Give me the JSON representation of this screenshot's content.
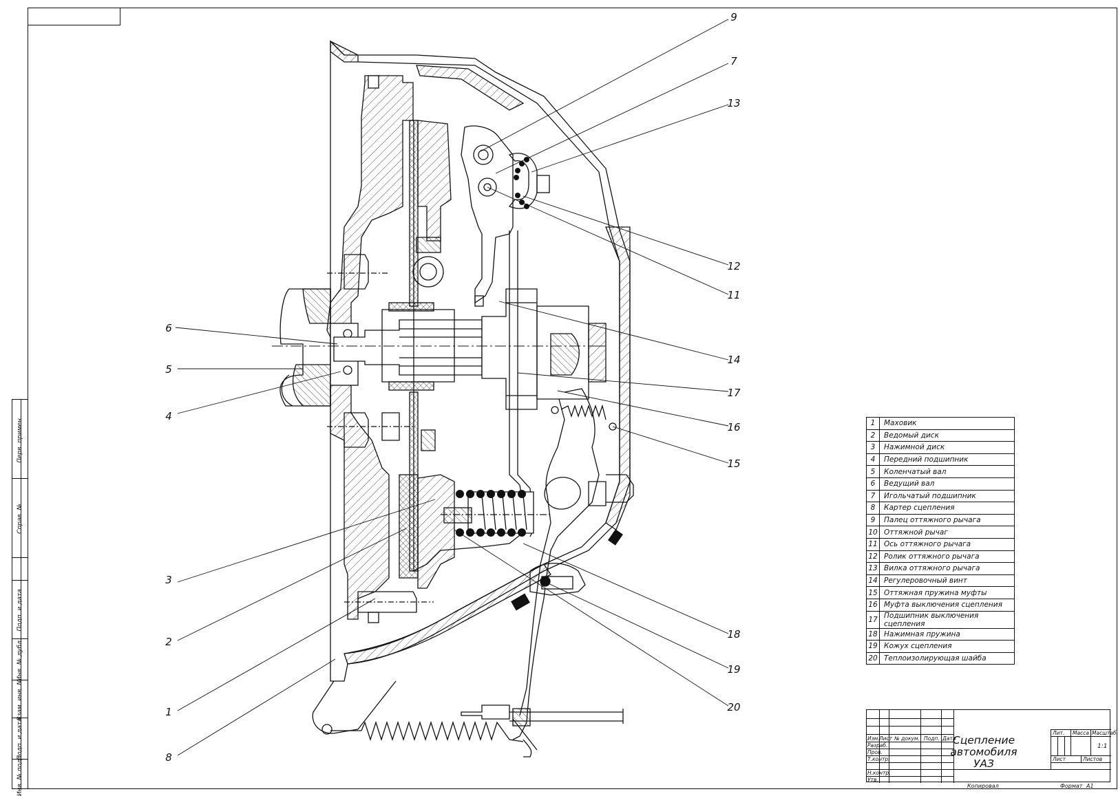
{
  "callouts": [
    "1",
    "2",
    "3",
    "4",
    "5",
    "6",
    "7",
    "8",
    "9",
    "11",
    "12",
    "13",
    "14",
    "15",
    "16",
    "17",
    "18",
    "19",
    "20"
  ],
  "parts": [
    {
      "num": "1",
      "name": "Маховик"
    },
    {
      "num": "2",
      "name": "Ведомый диск"
    },
    {
      "num": "3",
      "name": "Нажимной диск"
    },
    {
      "num": "4",
      "name": "Передний подшипник"
    },
    {
      "num": "5",
      "name": "Коленчатый вал"
    },
    {
      "num": "6",
      "name": "Ведущий вал"
    },
    {
      "num": "7",
      "name": "Игольчатый подшипник"
    },
    {
      "num": "8",
      "name": "Картер сцепления"
    },
    {
      "num": "9",
      "name": "Палец оттяжного рычага"
    },
    {
      "num": "10",
      "name": "Оттяжной рычаг"
    },
    {
      "num": "11",
      "name": "Ось оттяжного рычага"
    },
    {
      "num": "12",
      "name": "Ролик оттяжного рычага"
    },
    {
      "num": "13",
      "name": "Вилка оттяжного рычага"
    },
    {
      "num": "14",
      "name": "Регулеровочный винт"
    },
    {
      "num": "15",
      "name": "Оттяжная пружина муфты"
    },
    {
      "num": "16",
      "name": "Муфта выключения сцепления"
    },
    {
      "num": "17",
      "name": "Подшипник выключения сцепления"
    },
    {
      "num": "18",
      "name": "Нажимная пружина"
    },
    {
      "num": "19",
      "name": "Кожух сцепления"
    },
    {
      "num": "20",
      "name": "Теплоизолирующая шайба"
    }
  ],
  "title_block": {
    "title": "Сцепление автомобиля УАЗ",
    "headers": {
      "izm": "Изм.",
      "list": "Лист",
      "doc_no": "№ докум.",
      "sign": "Подп.",
      "date": "Дата"
    },
    "roles": [
      "Разраб.",
      "Пров.",
      "Т.контр.",
      "Н.контр.",
      "Утв."
    ],
    "lit": "Лит.",
    "mass": "Масса",
    "scale": "Масштаб",
    "scale_value": "1:1",
    "sheet": "Лист",
    "sheets": "Листов",
    "copied": "Копировал",
    "format": "Формат",
    "format_value": "А1"
  },
  "side_strip": [
    "Перв. примен.",
    "Справ. №",
    "Подп. и дата",
    "Инв. № дубл.",
    "Взам. инв. №",
    "Подп. и дата",
    "Инв. № подл."
  ]
}
